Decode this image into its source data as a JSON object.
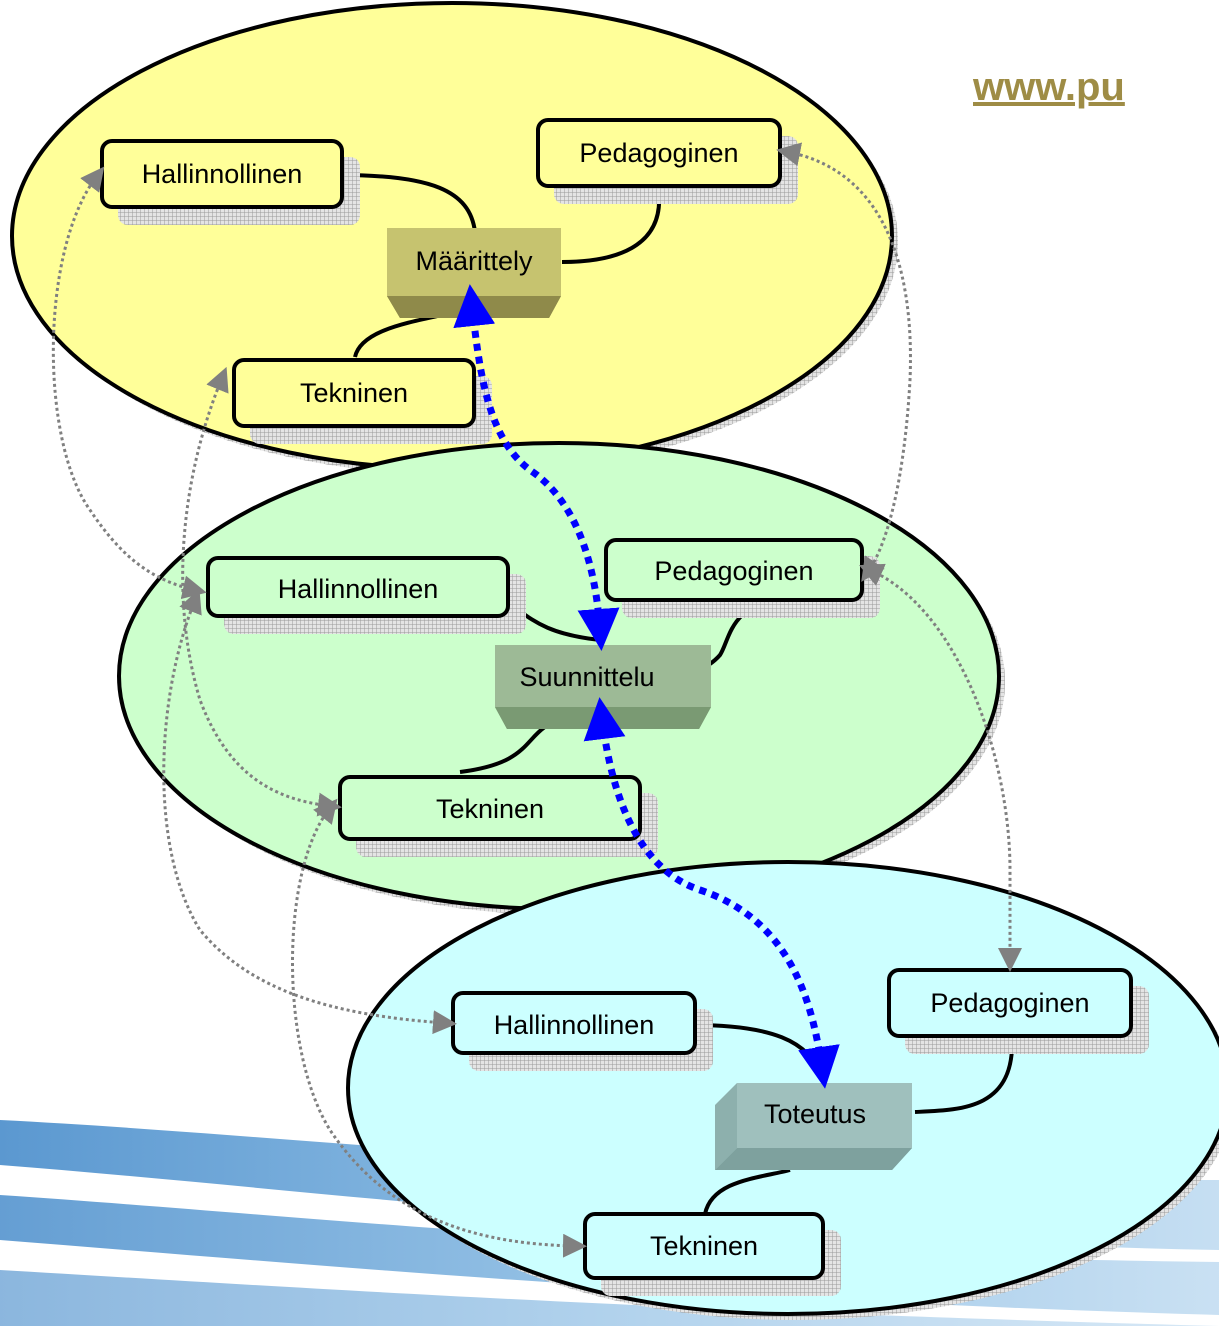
{
  "url_text": "www.pu",
  "colors": {
    "ellipse_top": "#ffff99",
    "ellipse_middle": "#ccffcc",
    "ellipse_bottom": "#ccffff",
    "hub_top": "#c6c36f",
    "hub_middle": "#9dba96",
    "hub_bottom": "#9fc0bd",
    "blue_arrow": "#0000ff",
    "grey_arrow": "#808080",
    "url": "#9e8c45"
  },
  "layers": [
    {
      "hub": "Määrittely",
      "nodes": {
        "admin": "Hallinnollinen",
        "pedagogic": "Pedagoginen",
        "technical": "Tekninen"
      }
    },
    {
      "hub": "Suunnittelu",
      "nodes": {
        "admin": "Hallinnollinen",
        "pedagogic": "Pedagoginen",
        "technical": "Tekninen"
      }
    },
    {
      "hub": "Toteutus",
      "nodes": {
        "admin": "Hallinnollinen",
        "pedagogic": "Pedagoginen",
        "technical": "Tekninen"
      }
    }
  ]
}
